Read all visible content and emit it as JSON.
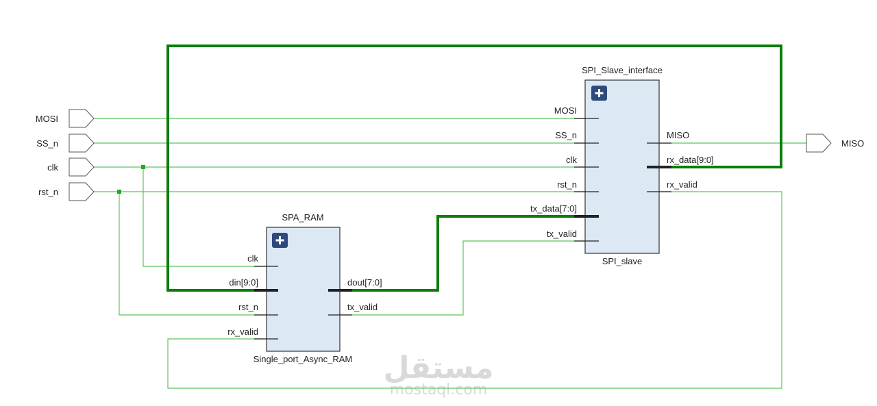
{
  "diagram": {
    "title": "SPI Slave with Single Port Async RAM - RTL schematic",
    "colors": {
      "wire": "#5cc45c",
      "bus": "#0a7d0a",
      "block_fill": "#dde8f5",
      "block_border": "#333333",
      "port_stub": "#222222",
      "expand_button": "#2e4a7d"
    },
    "inputs": [
      {
        "name": "MOSI"
      },
      {
        "name": "SS_n"
      },
      {
        "name": "clk"
      },
      {
        "name": "rst_n"
      }
    ],
    "outputs": [
      {
        "name": "MISO"
      }
    ],
    "blocks": {
      "spi": {
        "instance": "SPI_Slave_interface",
        "module": "SPI_slave",
        "expand_icon": "plus-icon",
        "left_ports": [
          "MOSI",
          "SS_n",
          "clk",
          "rst_n",
          "tx_data[7:0]",
          "tx_valid"
        ],
        "right_ports": [
          "MISO",
          "rx_data[9:0]",
          "rx_valid"
        ]
      },
      "ram": {
        "instance": "SPA_RAM",
        "module": "Single_port_Async_RAM",
        "expand_icon": "plus-icon",
        "left_ports": [
          "clk",
          "din[9:0]",
          "rst_n",
          "rx_valid"
        ],
        "right_ports": [
          "dout[7:0]",
          "tx_valid"
        ]
      }
    },
    "watermark": {
      "arabic": "مستقل",
      "latin": "mostaql.com"
    }
  }
}
